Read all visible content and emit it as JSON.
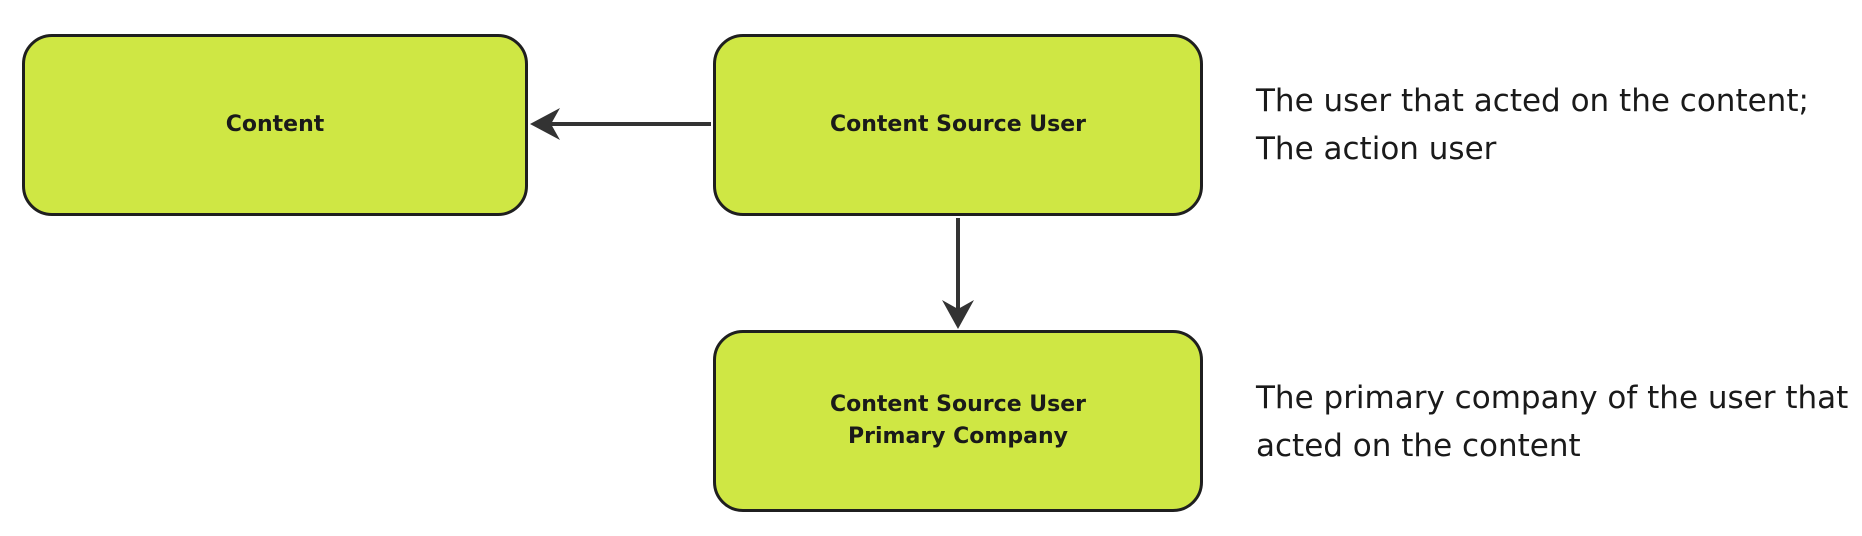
{
  "diagram": {
    "nodes": {
      "content": {
        "label": "Content"
      },
      "source_user": {
        "label": "Content Source User"
      },
      "company": {
        "label_line1": "Content Source User",
        "label_line2": "Primary Company"
      }
    },
    "notes": {
      "source_user": {
        "line1": "The user that acted on the content;",
        "line2": "The action user"
      },
      "company": {
        "line1": "The primary company of the user that",
        "line2": "acted on the content"
      }
    },
    "edges": [
      {
        "from": "source_user",
        "to": "content"
      },
      {
        "from": "source_user",
        "to": "company"
      }
    ],
    "colors": {
      "node_fill": "#cfe744",
      "node_border": "#1f1f1f",
      "arrow": "#333333"
    }
  }
}
